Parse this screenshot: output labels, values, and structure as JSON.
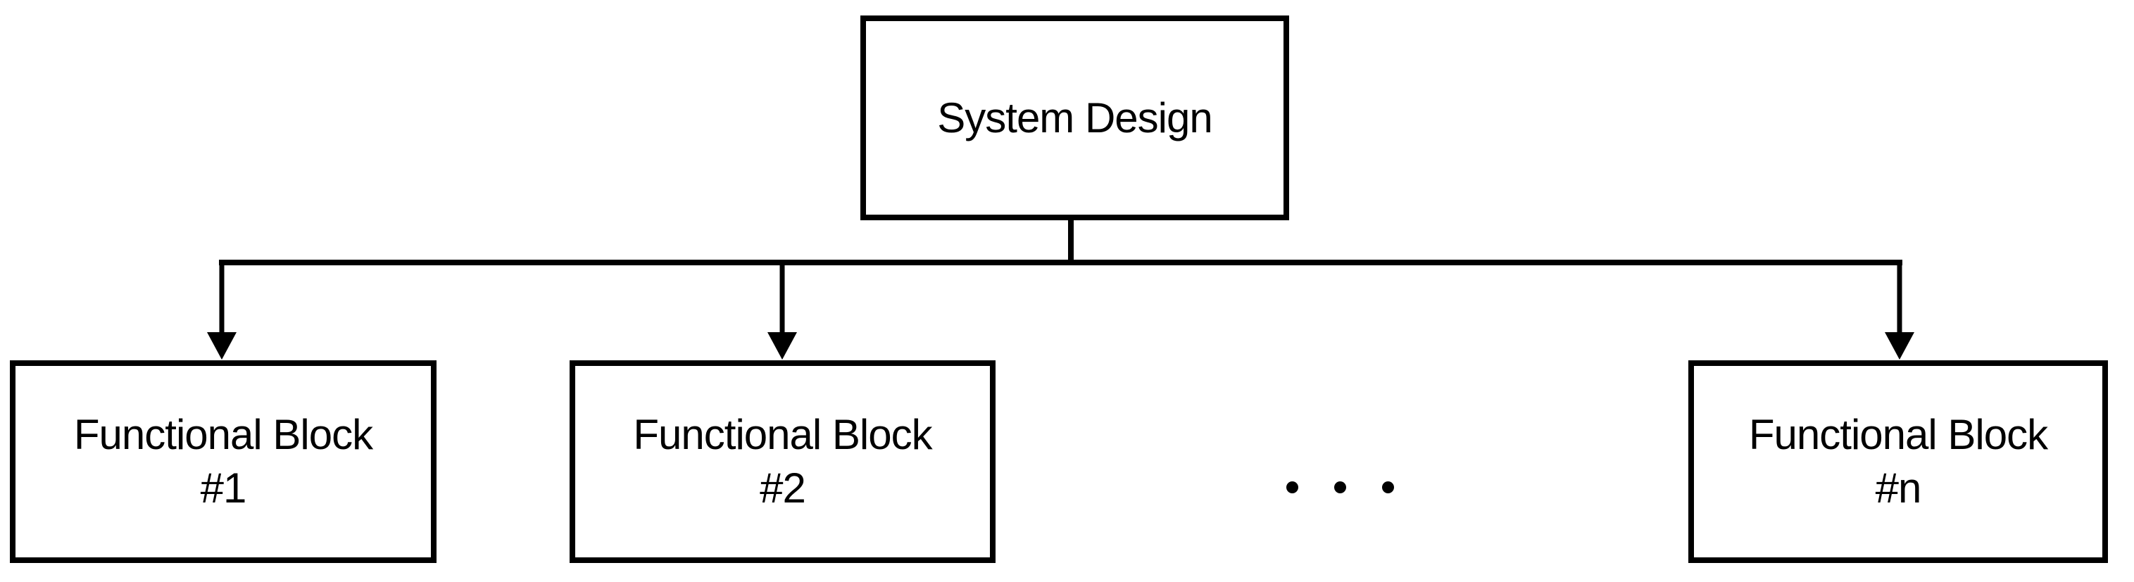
{
  "diagram": {
    "root": {
      "label": "System Design"
    },
    "children": [
      {
        "line1": "Functional Block",
        "line2": "#1"
      },
      {
        "line1": "Functional Block",
        "line2": "#2"
      },
      {
        "line1": "Functional Block",
        "line2": "#n"
      }
    ],
    "ellipsis": {
      "icon": "ellipsis-dots",
      "dot_count": 3
    },
    "colors": {
      "line": "#000000",
      "text": "#000000",
      "background": "#ffffff"
    }
  }
}
